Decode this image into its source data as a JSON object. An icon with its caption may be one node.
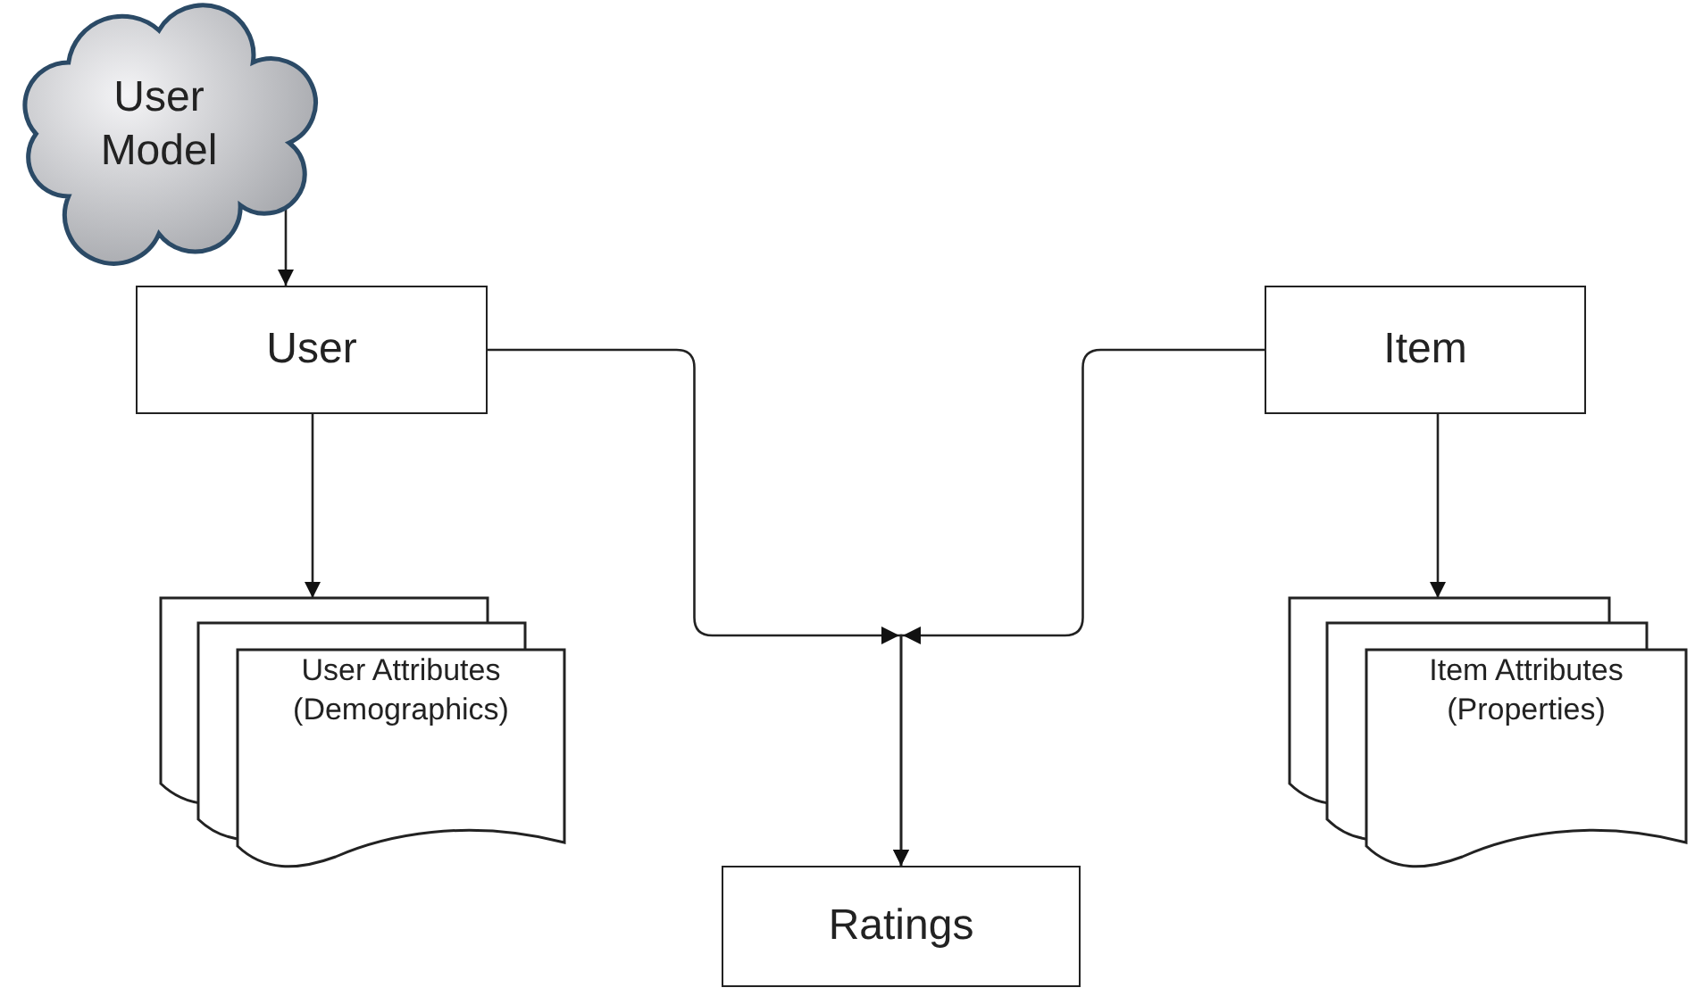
{
  "diagram": {
    "nodes": [
      {
        "text": [
          "User Model"
        ]
      },
      {
        "text": [
          "User"
        ]
      },
      {
        "text": [
          "Item"
        ]
      },
      {
        "text": [
          "User Attributes (Demographics)"
        ]
      },
      {
        "text": [
          "Item Attributes (Properties)"
        ]
      },
      {
        "text": [
          "Ratings"
        ]
      }
    ],
    "edges": [
      {
        "from": 0,
        "to": 1,
        "arrow": "to"
      },
      {
        "from": 1,
        "to": 3,
        "arrow": "to"
      },
      {
        "from": 2,
        "to": 4,
        "arrow": "to"
      },
      {
        "from": 1,
        "to": 5,
        "arrow": "to"
      },
      {
        "from": 2,
        "to": 5,
        "arrow": "to"
      }
    ]
  }
}
